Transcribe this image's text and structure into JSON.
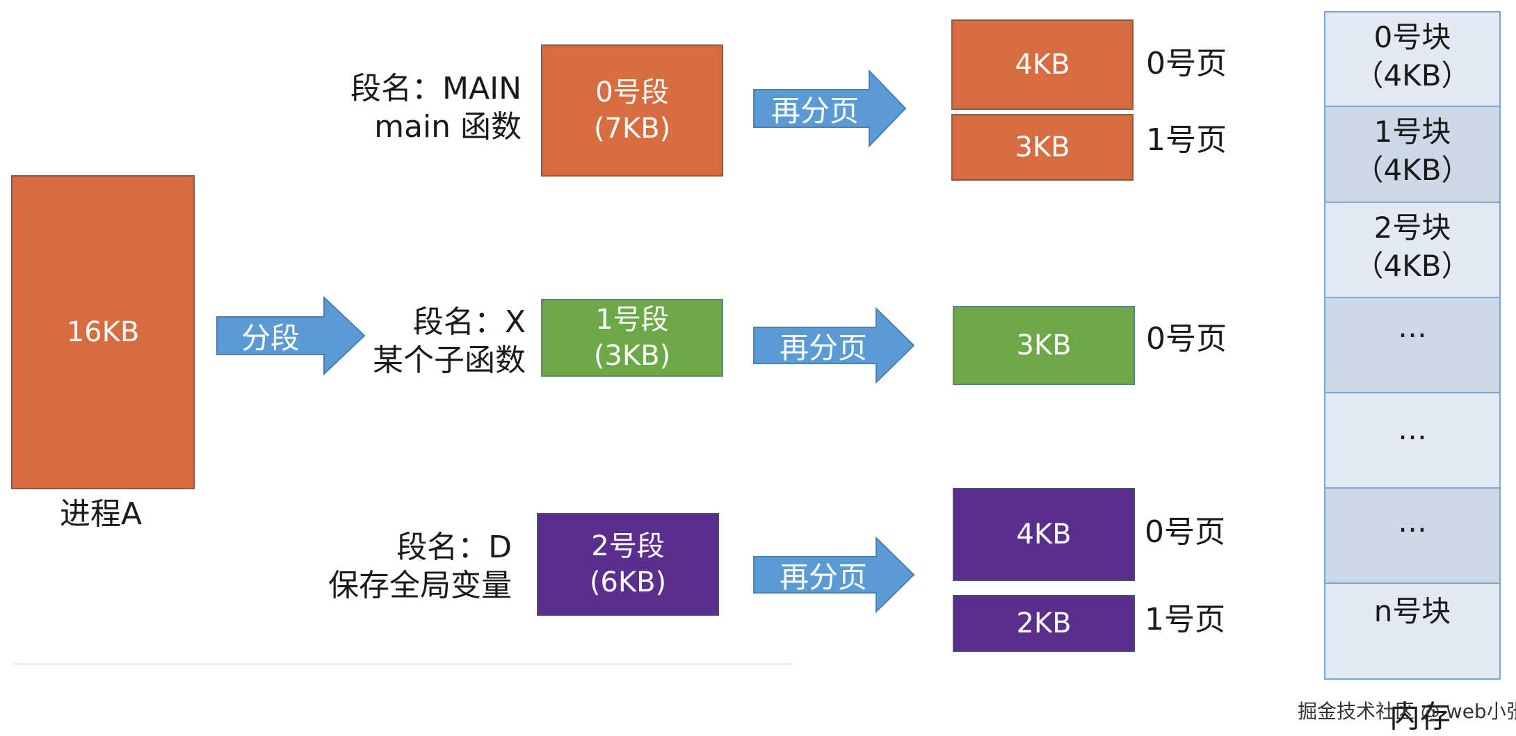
{
  "process": {
    "size": "16KB",
    "caption": "进程A"
  },
  "split_arrow": {
    "label": "分段"
  },
  "segments": [
    {
      "name_line": "段名：MAIN",
      "desc_line": "main 函数",
      "title": "0号段",
      "size": "(7KB)",
      "color": "#d86b3f",
      "arrow_label": "再分页",
      "pages": [
        {
          "size": "4KB",
          "label": "0号页"
        },
        {
          "size": "3KB",
          "label": "1号页"
        }
      ]
    },
    {
      "name_line": "段名：X",
      "desc_line": "某个子函数",
      "title": "1号段",
      "size": "(3KB)",
      "color": "#6ca847",
      "arrow_label": "再分页",
      "pages": [
        {
          "size": "3KB",
          "label": "0号页"
        }
      ]
    },
    {
      "name_line": "段名：D",
      "desc_line": "保存全局变量",
      "title": "2号段",
      "size": "(6KB)",
      "color": "#5a2e8e",
      "arrow_label": "再分页",
      "pages": [
        {
          "size": "4KB",
          "label": "0号页"
        },
        {
          "size": "2KB",
          "label": "1号页"
        }
      ]
    }
  ],
  "memory": {
    "caption": "内存",
    "blocks": [
      {
        "line1": "0号块",
        "line2": "（4KB）"
      },
      {
        "line1": "1号块",
        "line2": "（4KB）"
      },
      {
        "line1": "2号块",
        "line2": "（4KB）"
      },
      {
        "line1": "…",
        "line2": ""
      },
      {
        "line1": "…",
        "line2": ""
      },
      {
        "line1": "…",
        "line2": ""
      },
      {
        "line1": "n号块",
        "line2": ""
      }
    ]
  },
  "watermark": "掘金技术社区 @ web小张",
  "colors": {
    "arrow": "#5b9bd5",
    "memory_border": "#7ea6d4"
  }
}
